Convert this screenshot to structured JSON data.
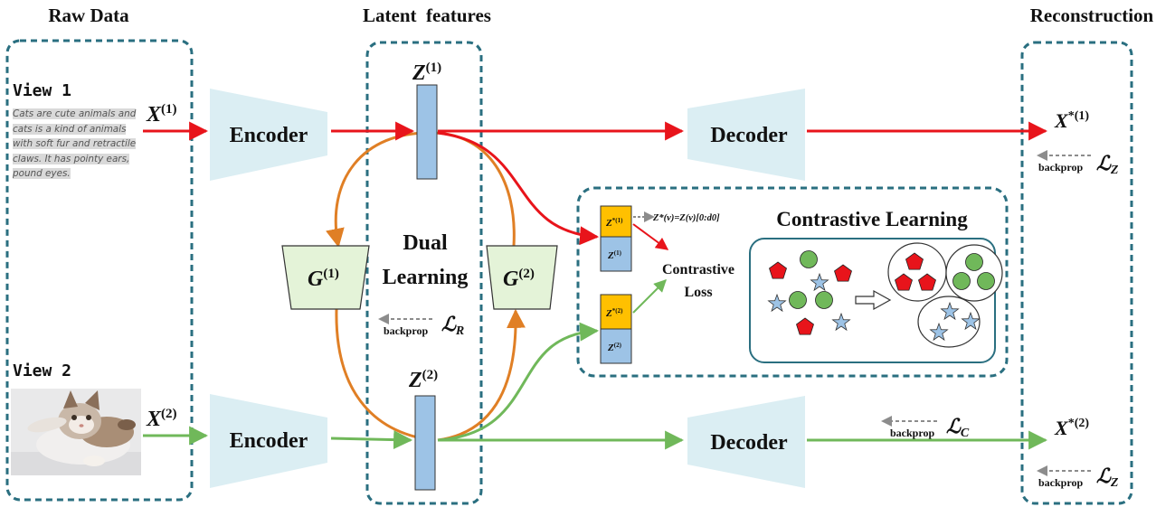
{
  "titles": {
    "raw_data": "Raw Data",
    "latent": "Latent  features",
    "reconstruction": "Reconstruction"
  },
  "views": {
    "view1": "View 1",
    "view2": "View 2",
    "text_sample": "Cats are cute animals and cats is a kind of animals with soft fur and retractile claws. It has pointy ears, pound eyes."
  },
  "math": {
    "x1": "X",
    "x1_sup": "(1)",
    "x2": "X",
    "x2_sup": "(2)",
    "z1": "Z",
    "z1_sup": "(1)",
    "z2": "Z",
    "z2_sup": "(2)",
    "xs1": "X",
    "xs1_sup": "*(1)",
    "xs2": "X",
    "xs2_sup": "*(2)",
    "g1": "G",
    "g1_sup": "(1)",
    "g2": "G",
    "g2_sup": "(2)",
    "zs1": "Z",
    "zs1_sup": "*(1)",
    "zs2": "Z",
    "zs2_sup": "*(2)",
    "zsm1": "Z",
    "zsm1_sup": "(1)",
    "zsm2": "Z",
    "zsm2_sup": "(2)",
    "slice": "Z*(v)=Z(v)[0:d0]"
  },
  "blocks": {
    "encoder": "Encoder",
    "decoder": "Decoder",
    "dual_1": "Dual",
    "dual_2": "Learning",
    "contrastive_title": "Contrastive Learning",
    "contrastive_loss_1": "Contrastive",
    "contrastive_loss_2": "Loss"
  },
  "losses": {
    "backprop": "backprop",
    "l_symbol": "ℒ",
    "lz": "Z",
    "lr": "R",
    "lc": "C"
  },
  "colors": {
    "red": "#e8141b",
    "green": "#70b85a",
    "orange": "#e07f25",
    "teal_dash": "#2a6f80",
    "block_fill": "#dbeef3",
    "latent_fill": "#9dc3e6",
    "g_fill": "#e4f3d8",
    "yellow": "#ffc000",
    "gray_arrow": "#8c8c8c"
  }
}
